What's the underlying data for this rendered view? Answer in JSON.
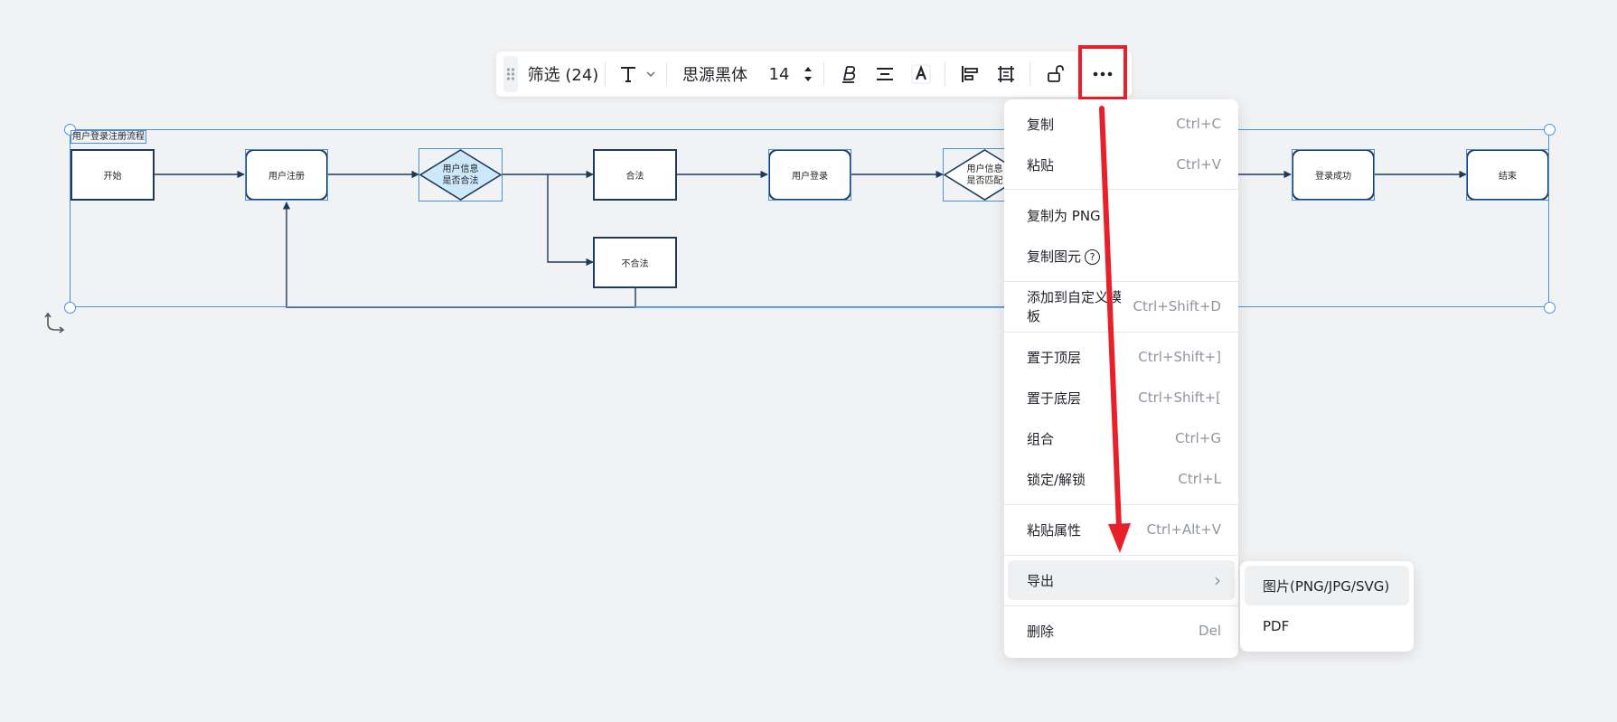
{
  "toolbar": {
    "filter_label": "筛选 (24)",
    "font_family": "思源黑体",
    "font_size": "14",
    "icons": [
      "drag-handle-icon",
      "text-type-icon",
      "chevron-down-icon",
      "stepper-icon",
      "italic-bold-icon",
      "align-center-icon",
      "text-color-icon",
      "align-left-icon",
      "frame-icon",
      "unlock-icon",
      "more-icon"
    ]
  },
  "flowchart": {
    "title": "用户登录注册流程",
    "nodes": {
      "start": "开始",
      "register": "用户注册",
      "check_valid": "用户信息\n是否合法",
      "valid": "合法",
      "login": "用户登录",
      "check_match": "用户信息\n是否匹配",
      "success": "登录成功",
      "end": "结束",
      "invalid": "不合法"
    }
  },
  "context_menu": {
    "items": [
      {
        "label": "复制",
        "shortcut": "Ctrl+C"
      },
      {
        "label": "粘贴",
        "shortcut": "Ctrl+V"
      },
      {
        "label": "复制为 PNG",
        "shortcut": ""
      },
      {
        "label": "复制图元",
        "shortcut": ""
      },
      {
        "label": "添加到自定义模板",
        "shortcut": "Ctrl+Shift+D"
      },
      {
        "label": "置于顶层",
        "shortcut": "Ctrl+Shift+]"
      },
      {
        "label": "置于底层",
        "shortcut": "Ctrl+Shift+["
      },
      {
        "label": "组合",
        "shortcut": "Ctrl+G"
      },
      {
        "label": "锁定/解锁",
        "shortcut": "Ctrl+L"
      },
      {
        "label": "粘贴属性",
        "shortcut": "Ctrl+Alt+V"
      },
      {
        "label": "导出",
        "shortcut": "›"
      },
      {
        "label": "删除",
        "shortcut": "Del"
      }
    ],
    "help_glyph": "?"
  },
  "export_submenu": {
    "items": [
      {
        "label": "图片(PNG/JPG/SVG)"
      },
      {
        "label": "PDF"
      }
    ]
  },
  "colors": {
    "highlight_red": "#e8202a",
    "selection_blue": "#4a90e2",
    "node_border": "#1e3b5c",
    "diamond_fill": "#cde8f9"
  }
}
